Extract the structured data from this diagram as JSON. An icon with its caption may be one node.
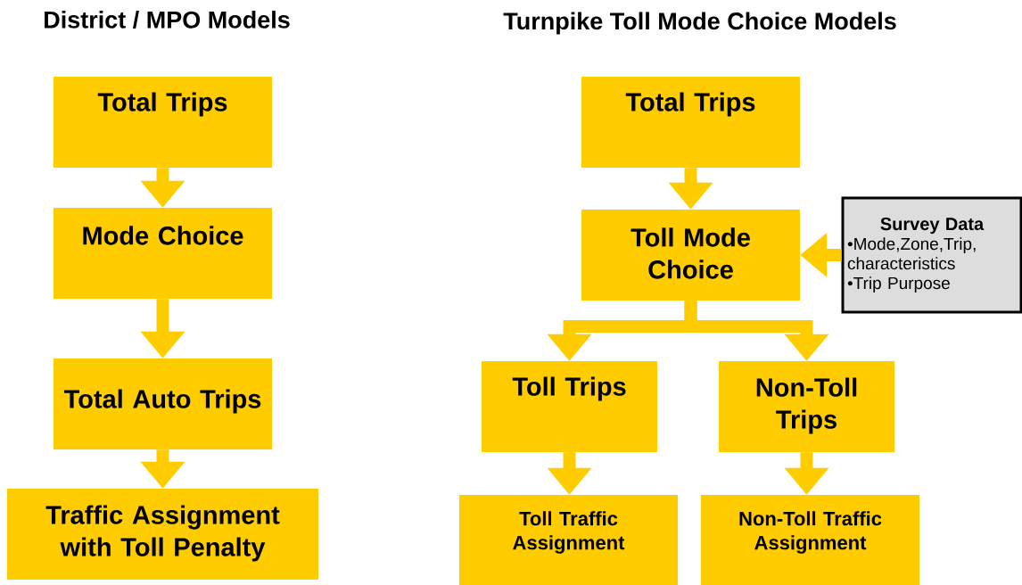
{
  "diagram": {
    "nodes": [
      {
        "text": [
          "Total Trips"
        ]
      },
      {
        "text": [
          "Mode Choice"
        ]
      },
      {
        "text": [
          "Total Auto Trips"
        ]
      },
      {
        "text": [
          "Traffic Assignment with Toll Penalty"
        ]
      },
      {
        "text": [
          "Total Trips"
        ]
      },
      {
        "text": [
          "Toll Mode Choice"
        ]
      },
      {
        "text": [
          "Survey Data",
          "•Mode,Zone,Trip, characteristics",
          "•Trip Purpose"
        ]
      },
      {
        "text": [
          "Toll Trips"
        ]
      },
      {
        "text": [
          "Non-Toll Trips"
        ]
      },
      {
        "text": [
          "Toll Traffic Assignment"
        ]
      },
      {
        "text": [
          "Non-Toll Traffic Assignment"
        ]
      }
    ],
    "edges": [
      {
        "from": 0,
        "to": 1,
        "arrow": "to"
      },
      {
        "from": 1,
        "to": 2,
        "arrow": "to"
      },
      {
        "from": 2,
        "to": 3,
        "arrow": "to"
      },
      {
        "from": 4,
        "to": 5,
        "arrow": "to"
      },
      {
        "from": 6,
        "to": 5,
        "arrow": "to"
      },
      {
        "from": 5,
        "to": 7,
        "arrow": "to"
      },
      {
        "from": 5,
        "to": 8,
        "arrow": "to"
      },
      {
        "from": 7,
        "to": 9,
        "arrow": "to"
      },
      {
        "from": 8,
        "to": 10,
        "arrow": "to"
      }
    ],
    "labels": [
      "District / MPO Models",
      "Turnpike Toll Mode Choice Models"
    ]
  }
}
